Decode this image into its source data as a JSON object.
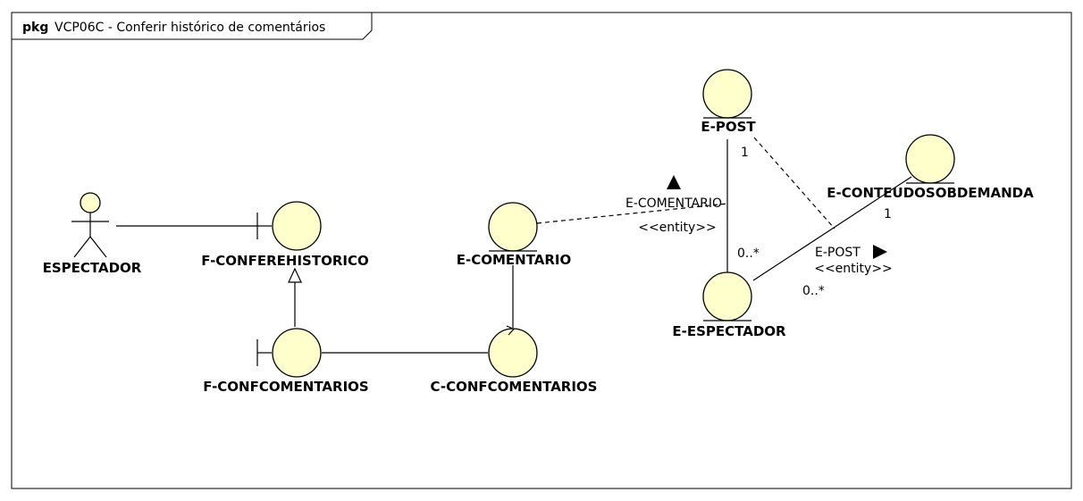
{
  "frame": {
    "keyword": "pkg",
    "title": "VCP06C - Conferir histórico de comentários"
  },
  "nodes": {
    "actor": "ESPECTADOR",
    "f_conferehistorico": "F-CONFEREHISTORICO",
    "f_confcomentarios": "F-CONFCOMENTARIOS",
    "c_confcomentarios": "C-CONFCOMENTARIOS",
    "e_comentario": "E-COMENTARIO",
    "e_post": "E-POST",
    "e_espectador": "E-ESPECTADOR",
    "e_conteudosobdemanda": "E-CONTEUDOSOBDEMANDA"
  },
  "associations": {
    "comentario_label": "E-COMENTARIO",
    "comentario_stereotype": "<<entity>>",
    "post_label": "E-POST",
    "post_stereotype": "<<entity>>",
    "mult_post_top": "1",
    "mult_post_bottom": "0..*",
    "mult_conteudo": "1",
    "mult_espectador": "0..*"
  }
}
